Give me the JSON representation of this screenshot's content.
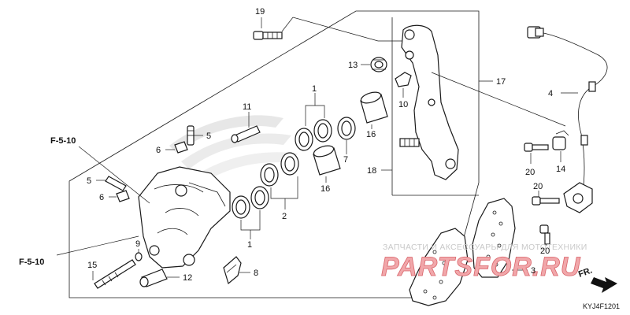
{
  "diagram": {
    "catalog_code": "KYJ4F1201",
    "direction_label": "FR.",
    "ref_labels": {
      "left_upper": "F-5-10",
      "left_lower": "F-5-10"
    },
    "watermark": {
      "line1": "ЗАПЧАСТИ И АКСЕССУАРЫ ДЛЯ МОТОТЕХНИКИ",
      "line2": "PARTSFOR.RU"
    },
    "callouts": [
      {
        "id": "c1a",
        "text": "1"
      },
      {
        "id": "c1b",
        "text": "1"
      },
      {
        "id": "c2",
        "text": "2"
      },
      {
        "id": "c3",
        "text": "3"
      },
      {
        "id": "c4",
        "text": "4"
      },
      {
        "id": "c5a",
        "text": "5"
      },
      {
        "id": "c5b",
        "text": "5"
      },
      {
        "id": "c6a",
        "text": "6"
      },
      {
        "id": "c6b",
        "text": "6"
      },
      {
        "id": "c7",
        "text": "7"
      },
      {
        "id": "c8",
        "text": "8"
      },
      {
        "id": "c9",
        "text": "9"
      },
      {
        "id": "c10",
        "text": "10"
      },
      {
        "id": "c11",
        "text": "11"
      },
      {
        "id": "c12",
        "text": "12"
      },
      {
        "id": "c13",
        "text": "13"
      },
      {
        "id": "c14",
        "text": "14"
      },
      {
        "id": "c15",
        "text": "15"
      },
      {
        "id": "c16a",
        "text": "16"
      },
      {
        "id": "c16b",
        "text": "16"
      },
      {
        "id": "c17",
        "text": "17"
      },
      {
        "id": "c18",
        "text": "18"
      },
      {
        "id": "c19",
        "text": "19"
      },
      {
        "id": "c20a",
        "text": "20"
      },
      {
        "id": "c20b",
        "text": "20"
      },
      {
        "id": "c20c",
        "text": "20"
      }
    ]
  }
}
